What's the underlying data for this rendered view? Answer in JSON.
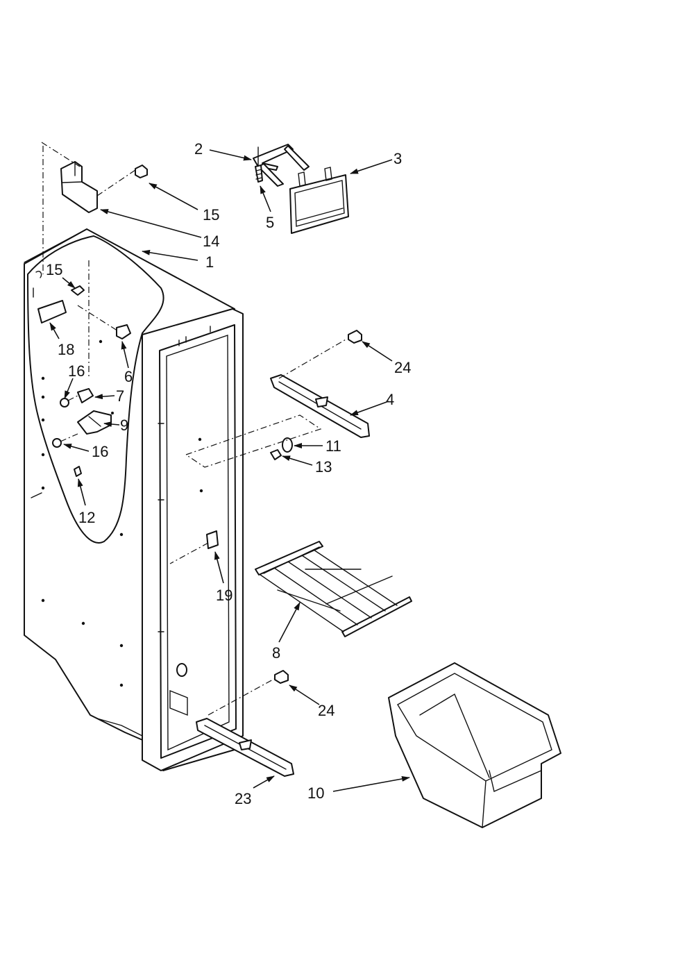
{
  "callouts": [
    {
      "id": "c2",
      "text": "2"
    },
    {
      "id": "c3",
      "text": "3"
    },
    {
      "id": "c5",
      "text": "5"
    },
    {
      "id": "c15a",
      "text": "15"
    },
    {
      "id": "c14",
      "text": "14"
    },
    {
      "id": "c1",
      "text": "1"
    },
    {
      "id": "c15b",
      "text": "15"
    },
    {
      "id": "c18",
      "text": "18"
    },
    {
      "id": "c6",
      "text": "6"
    },
    {
      "id": "c16a",
      "text": "16"
    },
    {
      "id": "c7",
      "text": "7"
    },
    {
      "id": "c9",
      "text": "9"
    },
    {
      "id": "c16b",
      "text": "16"
    },
    {
      "id": "c12",
      "text": "12"
    },
    {
      "id": "c24a",
      "text": "24"
    },
    {
      "id": "c4",
      "text": "4"
    },
    {
      "id": "c11",
      "text": "11"
    },
    {
      "id": "c13",
      "text": "13"
    },
    {
      "id": "c19",
      "text": "19"
    },
    {
      "id": "c8",
      "text": "8"
    },
    {
      "id": "c24b",
      "text": "24"
    },
    {
      "id": "c10",
      "text": "10"
    },
    {
      "id": "c23",
      "text": "23"
    }
  ]
}
